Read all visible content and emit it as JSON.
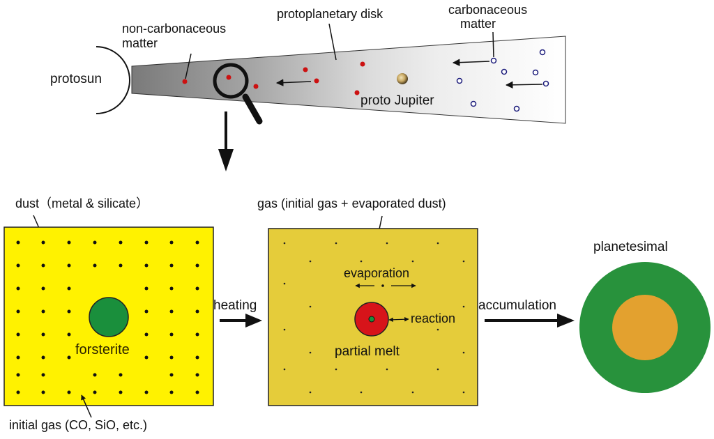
{
  "labels": {
    "protosun": "protosun",
    "non_carbonaceous": [
      "non-carbonaceous",
      "matter"
    ],
    "protoplanetary_disk": "protoplanetary disk",
    "carbonaceous": [
      "carbonaceous",
      "matter"
    ],
    "proto_jupiter": "proto Jupiter",
    "dust": "dust（metal & silicate）",
    "gas": "gas (initial gas + evaporated dust)",
    "evaporation": "evaporation",
    "reaction": "reaction",
    "heating": "heating",
    "accumulation": "accumulation",
    "forsterite": "forsterite",
    "partial_melt": "partial melt",
    "planetesimal": "planetesimal",
    "initial_gas": "initial gas (CO, SiO, etc.)"
  },
  "colors": {
    "dust_panel": "#fff200",
    "gas_panel": "#e5cc3a",
    "forsterite": "#1a8f3c",
    "partial_melt": "#d7141a",
    "planetesimal_mantle": "#28923c",
    "planetesimal_core": "#e3a12f",
    "non_carbonaceous_particle": "#cc1111",
    "carbonaceous_particle": "#1a1a7a"
  }
}
